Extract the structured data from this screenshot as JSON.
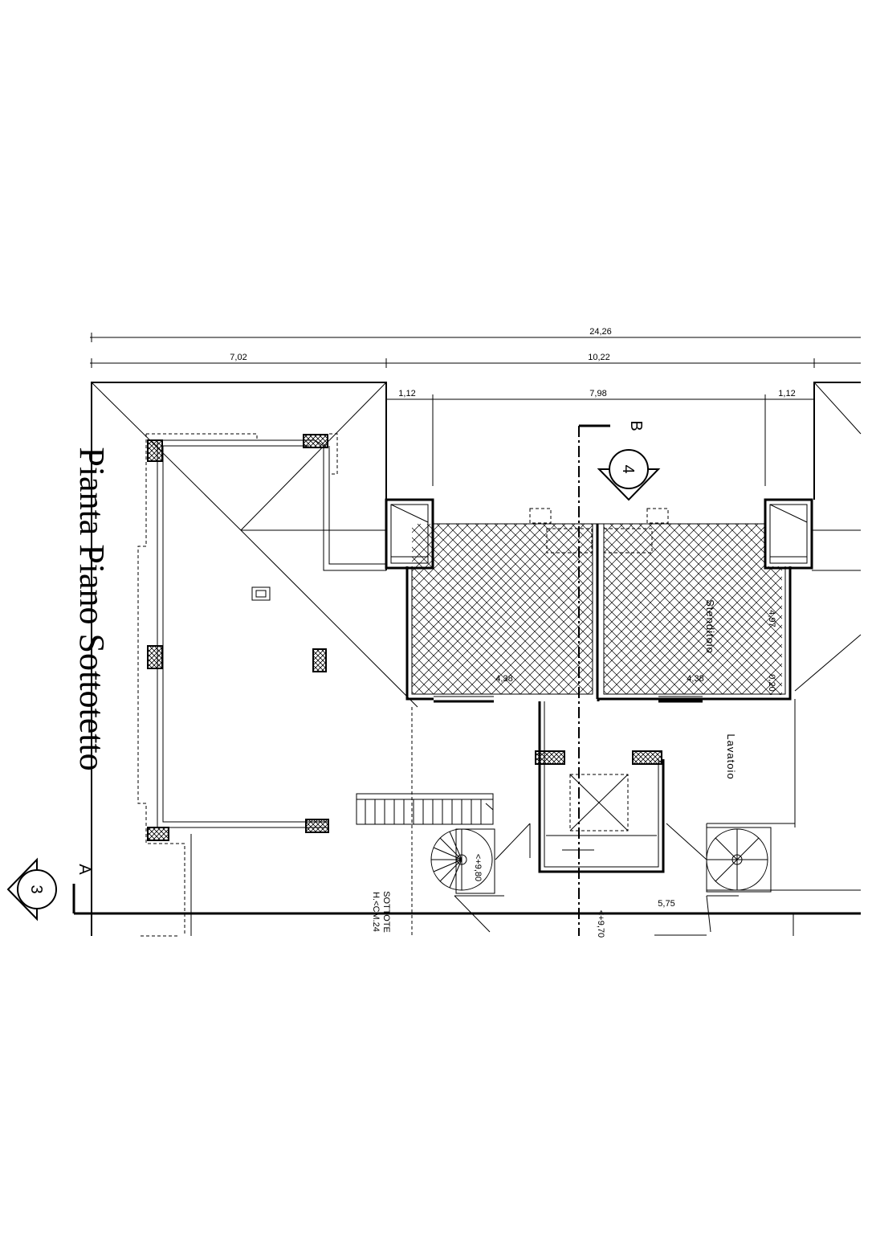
{
  "title": "Pianta Piano Sottotetto",
  "dimensions": {
    "overall": "24,26",
    "left_span": "7,02",
    "center_span": "10,22",
    "left_offset": "1,12",
    "center_inner": "7,98",
    "right_offset": "1,12",
    "room_width_left": "4,38",
    "room_width_right": "4,38",
    "room_depth": "4,97",
    "wall_gap": "0,20",
    "stair_span": "5,75"
  },
  "rooms": {
    "stenditoio": "Stenditoio",
    "lavatoio": "Lavatoio",
    "sottotetto": "SOTTOTE",
    "sottotetto_height": "H.<CM.24"
  },
  "levels": {
    "stair_left": "<+9,80",
    "section_line": "<+9,70"
  },
  "section_markers": {
    "section_a_letter": "A",
    "section_a_number": "3",
    "section_b_letter": "B",
    "section_b_number": "4"
  }
}
